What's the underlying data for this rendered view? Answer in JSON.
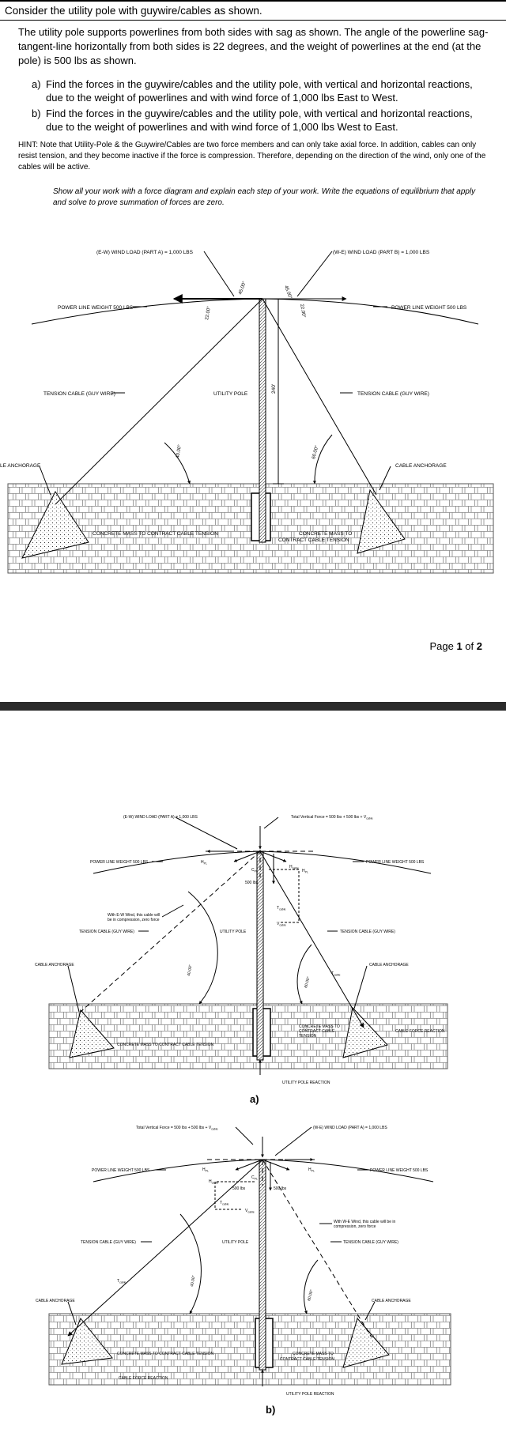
{
  "header": {
    "title": "Consider the utility pole with guywire/cables as shown."
  },
  "problem": {
    "intro": "The utility pole supports powerlines from both sides with sag as shown. The angle of the powerline sag-tangent-line horizontally from both sides is 22 degrees, and the weight of powerlines at the end (at the pole) is 500 lbs as shown.",
    "a_label": "a)",
    "a_text": "Find the forces in the guywire/cables and the utility pole, with vertical and horizontal reactions, due to the weight of powerlines and with wind force of 1,000 lbs East to West.",
    "b_label": "b)",
    "b_text": "Find the forces in the guywire/cables and the utility pole, with vertical and horizontal reactions, due to the weight of powerlines and with wind force of 1,000 lbs West to East.",
    "hint": "HINT: Note that Utility-Pole & the Guywire/Cables are two force members and can only take axial force. In addition, cables can only resist tension, and they become inactive if the force is compression. Therefore, depending on the direction of the wind, only one of the cables will be active.",
    "instructions": "Show all your work with a force diagram and explain each step of your work. Write the equations of equilibrium that apply and solve to prove summation of forces are zero."
  },
  "fig1": {
    "wind_ew": "(E-W) WIND LOAD (PART A) = 1,000 LBS",
    "wind_we": "(W-E) WIND LOAD (PART B) = 1,000 LBS",
    "pl_left": "POWER LINE WEIGHT 500 LBS",
    "pl_right": "POWER LINE WEIGHT 500 LBS",
    "tc_left": "TENSION CABLE (GUY WIRE)",
    "tc_right": "TENSION CABLE (GUY WIRE)",
    "pole": "UTILITY POLE",
    "anchor_left": "LE ANCHORAGE",
    "anchor_right": "CABLE ANCHORAGE",
    "concrete_left": "CONCRETE MASS TO CONTRACT CABLE TENSION",
    "concrete_right_1": "CONCRETE MASS TO",
    "concrete_right_2": "CONTRACT CABLE TENSION",
    "height": "240'",
    "ang_22_l": "22.00°",
    "ang_22_r": "22.00°",
    "ang_45_l": "45.00°",
    "ang_45_r": "45.00°",
    "ang_40": "40.00°",
    "ang_60": "60.00°"
  },
  "page": {
    "label": "Page ",
    "num": "1",
    "sep": " of ",
    "total": "2"
  },
  "fig2": {
    "wind_ew": "(E-W) WIND LOAD (PART A) = 1,000 LBS",
    "total_vert": "Total Vertical Force = 500 lbs + 500 lbs + V",
    "total_vert_sub": "cable",
    "pl_left": "POWER LINE WEIGHT 500 LBS",
    "pl_right": "POWER LINE WEIGHT 500 LBS",
    "h_l": "H",
    "h_r": "H",
    "h_sub": "PL",
    "c_pl": "C",
    "lbs_500": "500 lbs",
    "h_cable": "H",
    "t_cable": "T",
    "v_cable": "V",
    "cable_sub": "cable",
    "note_1": "With E-W Wind, this cable will",
    "note_2": "be in compression, zero force",
    "tc_left": "TENSION CABLE (GUY WIRE)",
    "tc_right": "TENSION CABLE (GUY WIRE)",
    "pole": "UTILITY POLE",
    "anchor_left": "CABLE ANCHORAGE",
    "anchor_right": "CABLE ANCHORAGE",
    "concrete_left": "CONCRETE MASS TO CONTRACT CABLE TENSION",
    "concrete_right_1": "CONCRETE MASS TO",
    "concrete_right_2": "CONTRACT CABLE",
    "concrete_right_3": "TENSION",
    "cable_force": "CABLE FORCE REACTION",
    "pole_reaction": "UTILITY POLE REACTION",
    "ang_40": "40.00°",
    "ang_60": "60.00°",
    "part": "a)"
  },
  "fig3": {
    "total_vert": "Total Vertical Force = 500 lbs + 500 lbs + V",
    "total_vert_sub": "cable",
    "wind_we": "(W-E) WIND LOAD (PART A) = 1,000 LBS",
    "pl_left": "POWER LINE WEIGHT 500 LBS",
    "pl_right": "POWER LINE WEIGHT 500 LBS",
    "h_l": "H",
    "h_r": "H",
    "h_sub": "PL",
    "c_pl": "C",
    "lbs_500a": "500 lbs",
    "lbs_500b": "500 lbs",
    "h_cable": "H",
    "t_cable": "T",
    "v_cable": "V",
    "cable_sub": "cable",
    "note_1": "With W-E Wind, this cable will be in",
    "note_2": "compression, zero force",
    "tc_left": "TENSION CABLE (GUY WIRE)",
    "tc_right": "TENSION CABLE (GUY WIRE)",
    "pole": "UTILITY POLE",
    "anchor_left": "CABLE ANCHORAGE",
    "anchor_right": "CABLE ANCHORAGE",
    "concrete_left": "CONCRETE MASS TO CONTRACT CABLE TENSION",
    "concrete_right_1": "CONCRETE MASS TO",
    "concrete_right_2": "CONTRACT CABLE TENSION",
    "cable_force": "CABLE FORCE REACTION",
    "pole_reaction": "UTILITY POLE REACTION",
    "ang_40": "40.00°",
    "ang_60": "60.00°",
    "part": "b)"
  }
}
